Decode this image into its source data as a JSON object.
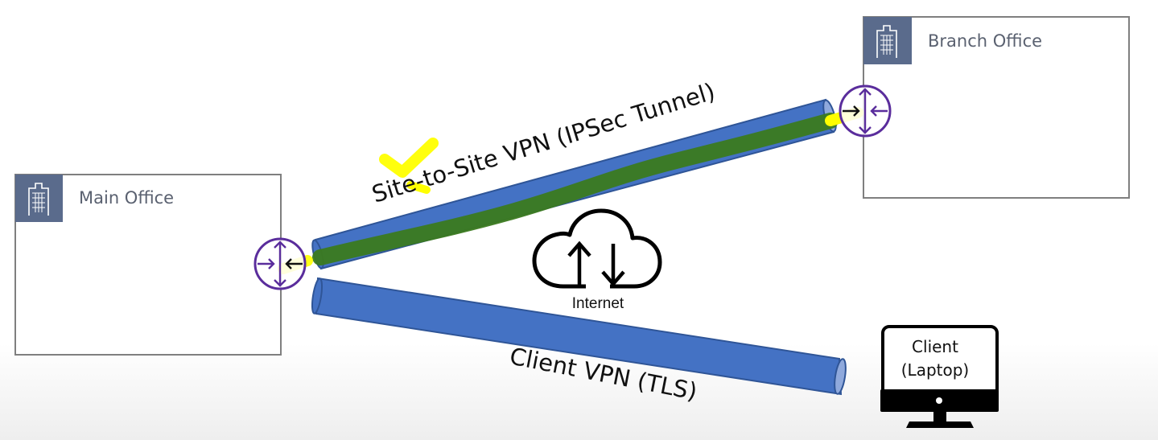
{
  "offices": {
    "main": {
      "label": "Main Office",
      "icon": "building-icon"
    },
    "branch": {
      "label": "Branch Office",
      "icon": "building-icon"
    }
  },
  "connections": {
    "site_to_site": {
      "label": "Site-to-Site VPN (IPSec Tunnel)"
    },
    "client_vpn": {
      "label": "Client VPN (TLS)"
    }
  },
  "internet": {
    "label": "Internet",
    "icon": "cloud-upload-download-icon"
  },
  "client": {
    "line1": "Client",
    "line2": "(Laptop)",
    "icon": "laptop-icon"
  },
  "colors": {
    "tunnel_blue": "#4472c4",
    "tunnel_edge": "#2f5597",
    "highlight_green": "#3b7a1f",
    "highlight_yellow": "#ffff00",
    "router_purple": "#5a2d9c",
    "office_header": "#5a6b8c"
  }
}
